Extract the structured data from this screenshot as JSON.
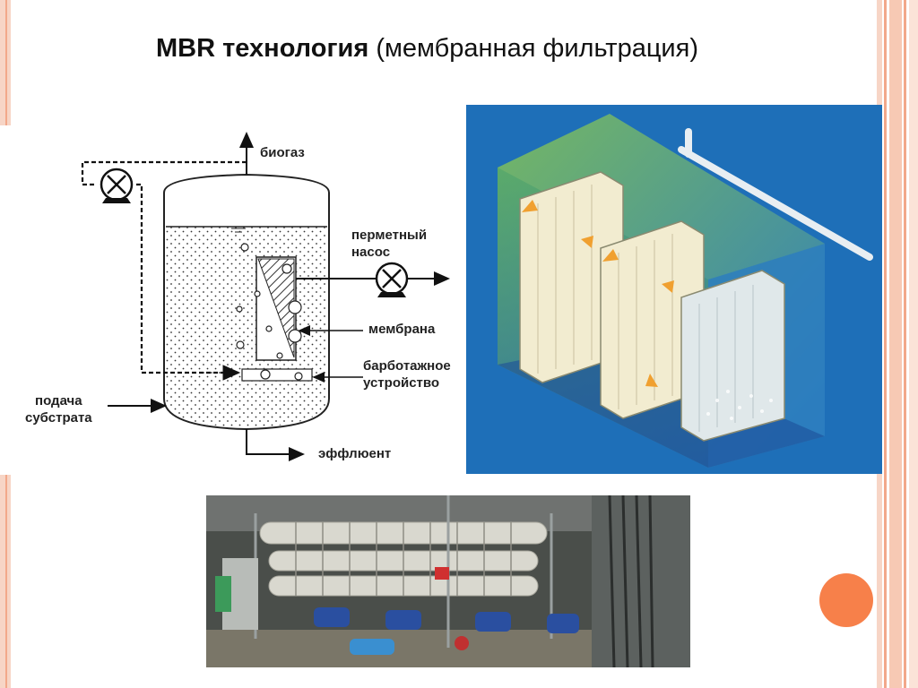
{
  "slide": {
    "title_bold": "MBR технология",
    "title_rest": " (мембранная фильтрация)"
  },
  "diagram": {
    "labels": {
      "biogas": "биогаз",
      "permeate_pump_line1": "перметный",
      "permeate_pump_line2": "насос",
      "membrane": "мембрана",
      "aerator_line1": "барботажное",
      "aerator_line2": "устройство",
      "feed_line1": "подача",
      "feed_line2": "субстрата",
      "effluent": "эффлюент"
    }
  },
  "colors": {
    "accent": "#f7804a",
    "frame": "#f2a88a",
    "render_bg": "#1e6fb8"
  }
}
